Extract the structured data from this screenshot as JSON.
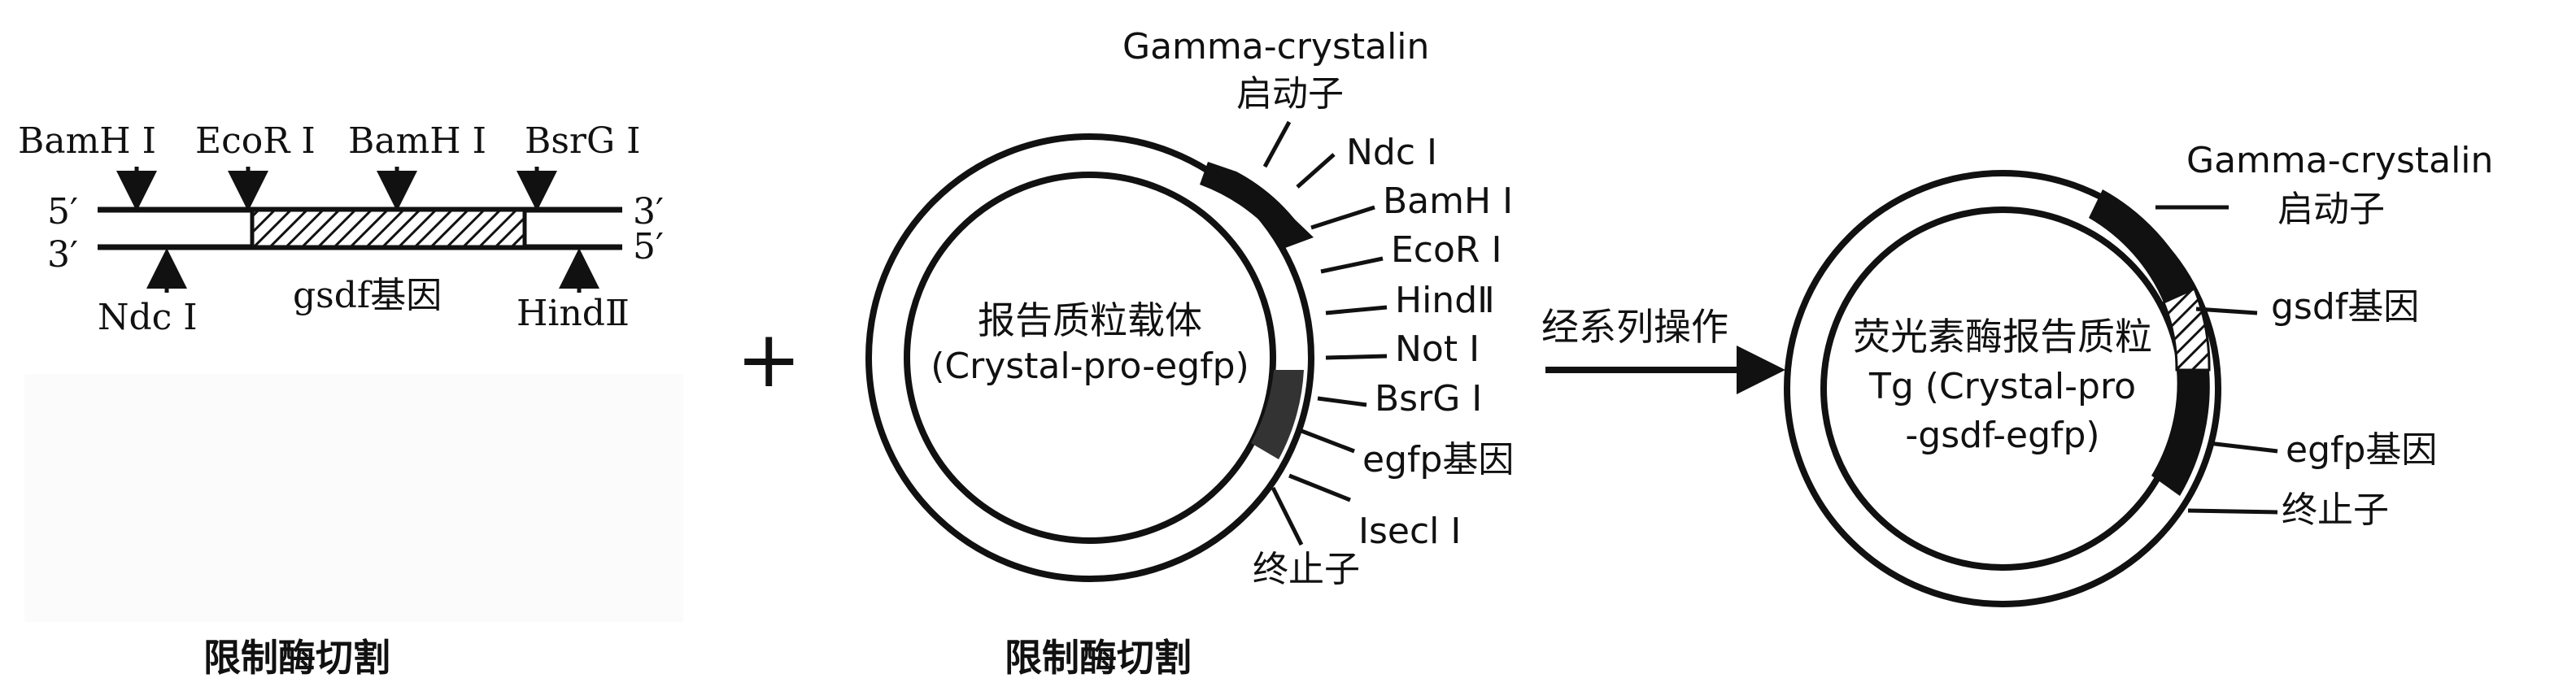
{
  "gene_fragment": {
    "end_5_top": "5′",
    "end_3_top": "3′",
    "end_3_bottom": "3′",
    "end_5_bottom": "5′",
    "site_bamh1_left": "BamH I",
    "site_ecor1": "EcoR I",
    "site_bamh1_right": "BamH I",
    "site_bsrg1": "BsrG I",
    "site_ndc1": "Ndc I",
    "site_hind2": "HindⅡ",
    "gene_label": "gsdf基因",
    "caption": "限制酶切割"
  },
  "plus_sign": "+",
  "vector": {
    "promoter_name": "Gamma-crystalin",
    "promoter_label": "启动子",
    "sites": [
      "Ndc I",
      "BamH I",
      "EcoR I",
      "HindⅡ",
      "Not I",
      "BsrG I",
      "egfp基因",
      "Isecl I",
      "终止子"
    ],
    "center_line1": "报告质粒载体",
    "center_line2": "(Crystal-pro-egfp)",
    "caption": "限制酶切割"
  },
  "arrow_label": "经系列操作",
  "recombinant": {
    "promoter_name": "Gamma-crystalin",
    "promoter_label": "启动子",
    "gene_label": "gsdf基因",
    "egfp_label": "egfp基因",
    "terminator_label": "终止子",
    "center_line1": "荧光素酶报告质粒",
    "center_line2": "Tg (Crystal-pro",
    "center_line3": "-gsdf-egfp)"
  }
}
